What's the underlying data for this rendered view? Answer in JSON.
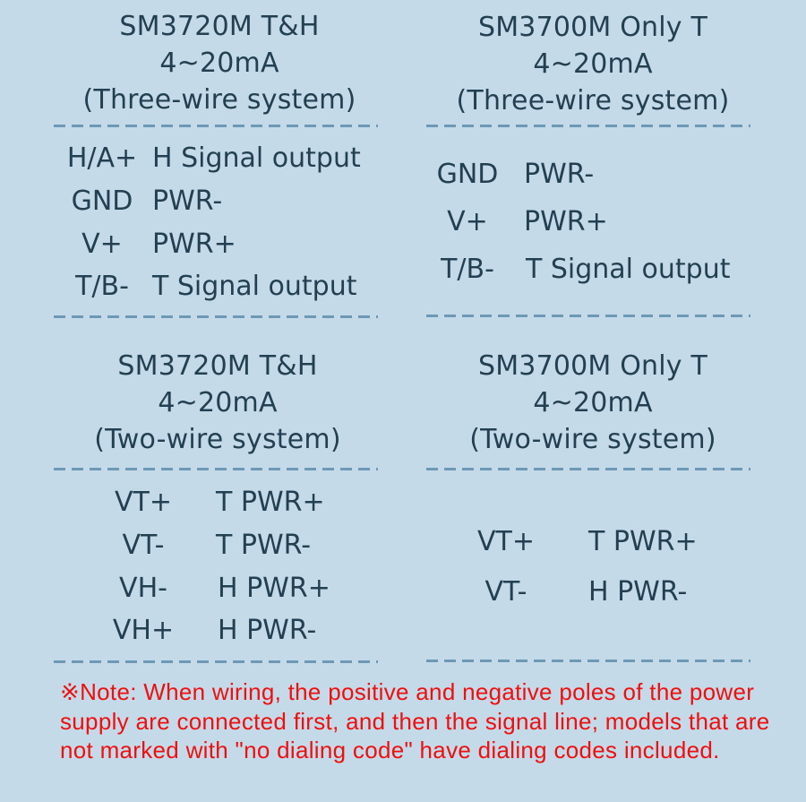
{
  "panels": [
    {
      "model": "SM3720M T&H",
      "range": "4~20mA",
      "system": "(Three-wire system)",
      "pins": [
        {
          "pin": "H/A+",
          "function": "H Signal output"
        },
        {
          "pin": "GND",
          "function": "PWR-"
        },
        {
          "pin": "V+",
          "function": "PWR+"
        },
        {
          "pin": "T/B-",
          "function": "T Signal output"
        }
      ]
    },
    {
      "model": "SM3700M Only T",
      "range": "4~20mA",
      "system": "(Three-wire system)",
      "pins": [
        {
          "pin": "GND",
          "function": "PWR-"
        },
        {
          "pin": "V+",
          "function": "PWR+"
        },
        {
          "pin": "T/B-",
          "function": "T Signal output"
        }
      ]
    },
    {
      "model": "SM3720M T&H",
      "range": "4~20mA",
      "system": "(Two-wire system)",
      "pins": [
        {
          "pin": "VT+",
          "function": "T PWR+"
        },
        {
          "pin": "VT-",
          "function": "T PWR-"
        },
        {
          "pin": "VH-",
          "function": "H PWR+"
        },
        {
          "pin": "VH+",
          "function": "H PWR-"
        }
      ]
    },
    {
      "model": "SM3700M Only T",
      "range": "4~20mA",
      "system": "(Two-wire system)",
      "pins": [
        {
          "pin": "VT+",
          "function": "T PWR+"
        },
        {
          "pin": "VT-",
          "function": "H PWR-"
        }
      ]
    }
  ],
  "note": "※Note: When wiring, the positive and negative poles of the power supply are connected first, and then the signal line; models that are not marked with \"no dialing code\" have dialing codes included.",
  "colors": {
    "background": "#c4dae8",
    "text": "#233f52",
    "dash": "#6e99b6",
    "note": "#ee0f0f"
  }
}
